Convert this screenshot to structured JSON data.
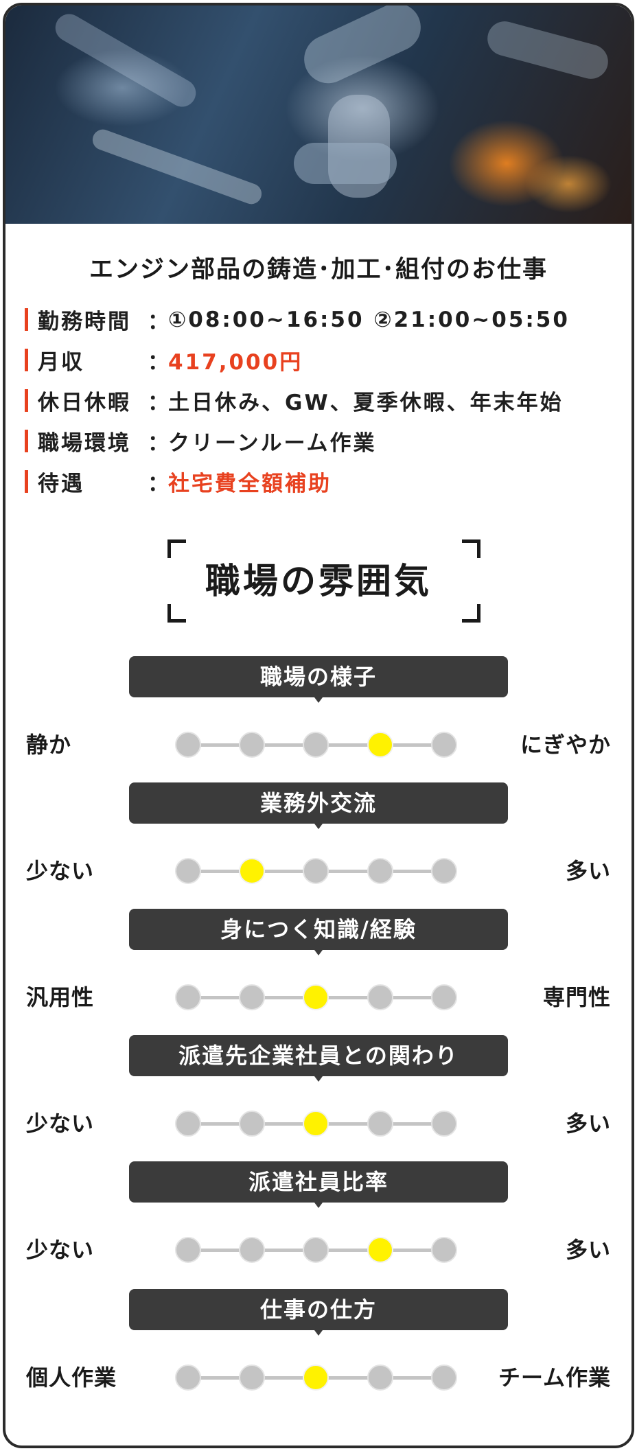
{
  "hero": {
    "image": "factory-robot-arm-photo"
  },
  "title": "エンジン部品の鋳造･加工･組付のお仕事",
  "info": [
    {
      "label": "勤務時間",
      "colon": "：",
      "value": "①08:00~16:50 ②21:00~05:50",
      "highlight": false
    },
    {
      "label": "月収",
      "colon": "：",
      "value": "417,000円",
      "highlight": true
    },
    {
      "label": "休日休暇",
      "colon": "：",
      "value": "土日休み、GW、夏季休暇、年末年始",
      "highlight": false
    },
    {
      "label": "職場環境",
      "colon": "：",
      "value": "クリーンルーム作業",
      "highlight": false
    },
    {
      "label": "待遇",
      "colon": "：",
      "value": "社宅費全額補助",
      "highlight": true
    }
  ],
  "section_heading": "職場の雰囲気",
  "scales": [
    {
      "label": "職場の様子",
      "left": "静か",
      "right": "にぎやか",
      "level": 4,
      "max": 5
    },
    {
      "label": "業務外交流",
      "left": "少ない",
      "right": "多い",
      "level": 2,
      "max": 5
    },
    {
      "label": "身につく知識/経験",
      "left": "汎用性",
      "right": "専門性",
      "level": 3,
      "max": 5
    },
    {
      "label": "派遣先企業社員との関わり",
      "left": "少ない",
      "right": "多い",
      "level": 3,
      "max": 5
    },
    {
      "label": "派遣社員比率",
      "left": "少ない",
      "right": "多い",
      "level": 4,
      "max": 5
    },
    {
      "label": "仕事の仕方",
      "left": "個人作業",
      "right": "チーム作業",
      "level": 3,
      "max": 5
    }
  ],
  "colors": {
    "accent": "#e8411f",
    "active_dot": "#fff200",
    "inactive_dot": "#c4c4c4",
    "label_bg": "#3b3b3b"
  }
}
